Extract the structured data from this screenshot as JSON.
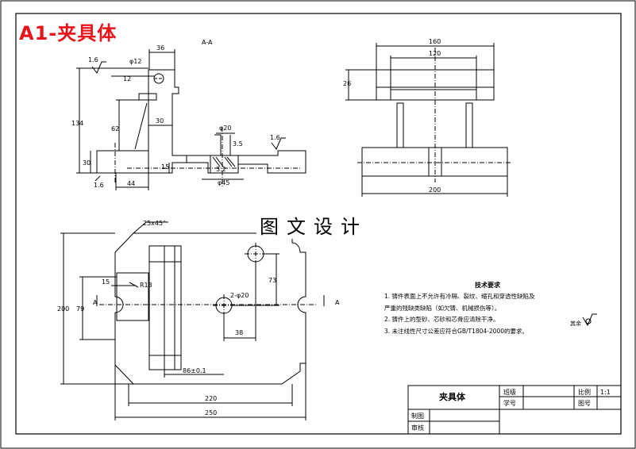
{
  "sheet_title": "A1-夹具体",
  "overlay_title": "图文设计",
  "section_label": "A-A",
  "section_marks": {
    "left": "A",
    "right": "A"
  },
  "front_view": {
    "dims": {
      "top_width": "36",
      "hole_dia": "φ12",
      "hole_offset": "12",
      "total_height": "134",
      "mid_height": "62",
      "base_height": "30",
      "base_width": "44",
      "step_width": "30",
      "boss_dia": "φ20",
      "boss_h1": "3.5",
      "boss_h2": "3.2",
      "boss_d2": "φ45",
      "slot_h": "15",
      "rough1": "1.6",
      "rough2": "1.6",
      "rough3": "1.6"
    }
  },
  "side_view": {
    "dims": {
      "top_outer": "160",
      "top_inner": "120",
      "height": "26",
      "bottom": "200"
    }
  },
  "plan_view": {
    "dims": {
      "chamfer": "25x45°",
      "height": "200",
      "dim79": "79",
      "dim15": "15",
      "r13": "R13",
      "holes": "2-φ20",
      "dim73": "73",
      "dim38": "38",
      "dim86": "86±0.1",
      "dim220": "220",
      "dim250": "250"
    }
  },
  "tech_req": {
    "title": "技术要求",
    "lines": [
      "1. 铸件表面上不允许有冷隔、裂纹、缩孔和穿透性缺陷及",
      "严重的残缺类缺陷（如欠铸、机械损伤等）。",
      "2. 铸件上的型砂、芯砂和芯骨应清除干净。",
      "3. 未注线性尺寸公差应符合GB/T1804-2000的要求。"
    ],
    "rough_label": "其余"
  },
  "title_block": {
    "part_name": "夹具体",
    "class_label": "班级",
    "scale_label": "比例",
    "scale_value": "1:1",
    "student_label": "学号",
    "drawing_no_label": "图号",
    "drawn_label": "制图",
    "checked_label": "审核"
  }
}
